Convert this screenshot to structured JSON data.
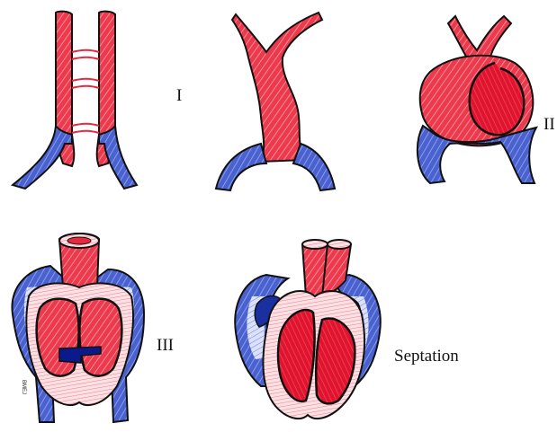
{
  "labels": {
    "stage1": "I",
    "stage2": "II",
    "stage3": "III",
    "stage4": "Septation"
  },
  "signature": "BMEJ",
  "colors": {
    "red": "#e8283c",
    "red_light": "#f08a9a",
    "blue": "#3a55c8",
    "blue_dark": "#0a1a8a",
    "outline": "#111111"
  }
}
